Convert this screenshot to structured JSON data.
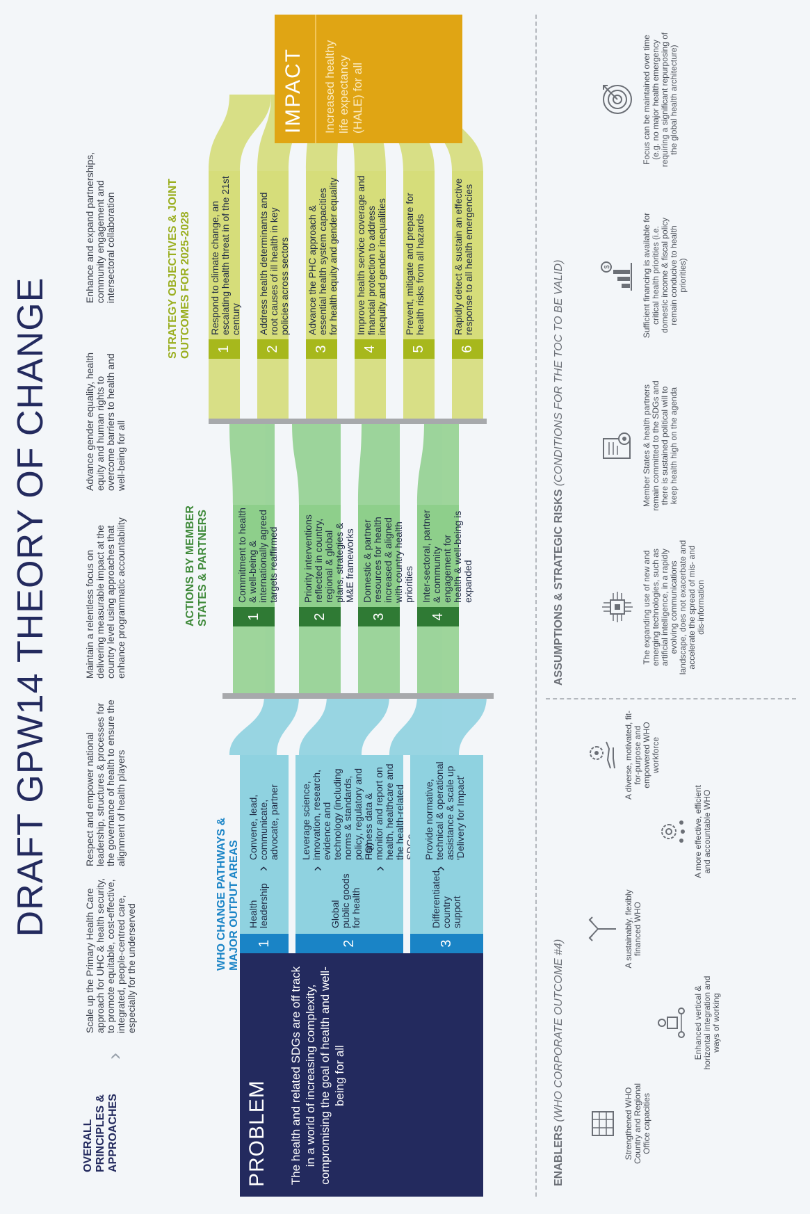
{
  "title": "DRAFT GPW14 THEORY OF CHANGE",
  "principles": {
    "label": "OVERALL PRINCIPLES & APPROACHES",
    "items": [
      "Scale up the Primary Health Care approach for UHC & health security, to promote equitable, cost-effective, integrated, people-centred care, especially for the underserved",
      "Respect and empower national leadership, structures & processes for the governance of health to ensure the alignment of health players",
      "Maintain a relentless focus on delivering measurable impact at the country level using approaches that enhance programmatic accountability",
      "Advance gender equality, health equity and human rights to overcome barriers to health and well-being for all",
      "Enhance and expand partnerships, community engagement and intersectoral collaboration"
    ]
  },
  "problem": {
    "heading": "PROBLEM",
    "text": "The health and related SDGs are off track in a world of increasing complexity, compromising the goal of health and well-being for all"
  },
  "pathways": {
    "heading": "WHO CHANGE PATHWAYS & MAJOR OUTPUT AREAS",
    "items": [
      {
        "num": "1",
        "name": "Health leadership",
        "outputs": [
          "Convene, lead, communicate, advocate, partner"
        ]
      },
      {
        "num": "2",
        "name": "Global public goods for health",
        "outputs": [
          "Leverage science, innovation, research, evidence and technology (including norms & standards, policy, regulatory and PQ)",
          "Harness data & monitor and report on health, healthcare and the health-related SDGs"
        ]
      },
      {
        "num": "3",
        "name": "Differentiated country support",
        "outputs": [
          "Provide normative, technical & operational assistance & scale up 'Delivery for Impact'"
        ]
      }
    ]
  },
  "actions": {
    "heading": "ACTIONS BY MEMBER STATES & PARTNERS",
    "items": [
      {
        "num": "1",
        "text": "Commitment to health & well-being & internationally agreed targets reaffirmed"
      },
      {
        "num": "2",
        "text": "Priority interventions reflected in country, regional & global plans, strategies & M&E frameworks"
      },
      {
        "num": "3",
        "text": "Domestic & partner resources for health increased & aligned with country health priorities"
      },
      {
        "num": "4",
        "text": "Inter-sectoral, partner & community engagement for health & well-being is expanded"
      }
    ]
  },
  "objectives": {
    "heading": "STRATEGY OBJECTIVES & JOINT OUTCOMES FOR 2025-2028",
    "items": [
      {
        "num": "1",
        "text": "Respond to climate change, an escalating health threat in of the 21st century"
      },
      {
        "num": "2",
        "text": "Address health determinants and root causes of ill health in key policies across sectors"
      },
      {
        "num": "3",
        "text": "Advance the PHC approach & essential health system capacities for health equity and gender equality"
      },
      {
        "num": "4",
        "text": "Improve health service coverage and financial protection to address inequity and gender inequalities"
      },
      {
        "num": "5",
        "text": "Prevent, mitigate and prepare for health risks from all hazards"
      },
      {
        "num": "6",
        "text": "Rapidly detect & sustain an effective response to all health emergencies"
      }
    ]
  },
  "impact": {
    "heading": "IMPACT",
    "text": "Increased healthy life expectancy (HALE) for all"
  },
  "enablers": {
    "heading": "ENABLERS",
    "subheading": "(WHO CORPORATE OUTCOME #4)",
    "items": [
      {
        "icon": "building-icon",
        "text": "Strengthened WHO Country and Regional Office capacities"
      },
      {
        "icon": "network-person-icon",
        "text": "Enhanced vertical & horizontal integration and ways of working"
      },
      {
        "icon": "split-arrows-icon",
        "text": "A sustainably, flexibly financed WHO"
      },
      {
        "icon": "team-gear-icon",
        "text": "A more effective, efficient and accountable WHO"
      },
      {
        "icon": "hand-gear-icon",
        "text": "A diverse, motivated, fit-for-purpose and empowered WHO workforce"
      }
    ]
  },
  "assumptions": {
    "heading": "ASSUMPTIONS & STRATEGIC RISKS",
    "subheading": "(CONDITIONS FOR THE TOC TO BE VALID)",
    "items": [
      {
        "icon": "chip-icon",
        "text": "The expanding use of new and emerging technologies, such as artificial intelligence, in a rapidly evolving communications landscape, does not exacerbate and accelerate the spread of mis- and dis-information"
      },
      {
        "icon": "document-seal-icon",
        "text": "Member States & health partners remain committed to the SDGs and there is sustained political will to keep health high on the agenda"
      },
      {
        "icon": "money-chart-icon",
        "text": "Sufficient financing is available for critical health priorities (i.e. domestic income & fiscal policy remain conducive to health priorities)"
      },
      {
        "icon": "target-icon",
        "text": "Focus can be maintained over time (e.g. no major health emergency requiring a significant repurposing of the global health architecture)"
      }
    ]
  },
  "colors": {
    "navy": "#232a5e",
    "blue": "#1a84c6",
    "light_blue": "#8fd2e0",
    "green": "#2f7a34",
    "light_green": "#8ecf8b",
    "olive": "#a7b81c",
    "light_olive": "#d6dd7a",
    "gold": "#e0a514"
  }
}
